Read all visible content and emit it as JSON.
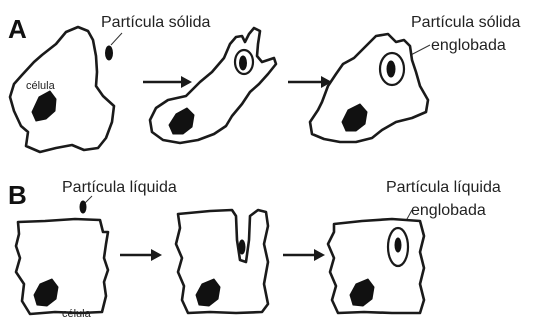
{
  "panels": [
    {
      "letter": "A",
      "labels": {
        "particle": "Partícula sólida",
        "cell": "célula",
        "engulfed_line1": "Partícula sólida",
        "engulfed_line2": "englobada"
      }
    },
    {
      "letter": "B",
      "labels": {
        "particle": "Partícula líquida",
        "cell": "célula",
        "engulfed_line1": "Partícula líquida",
        "engulfed_line2": "englobada"
      }
    }
  ]
}
